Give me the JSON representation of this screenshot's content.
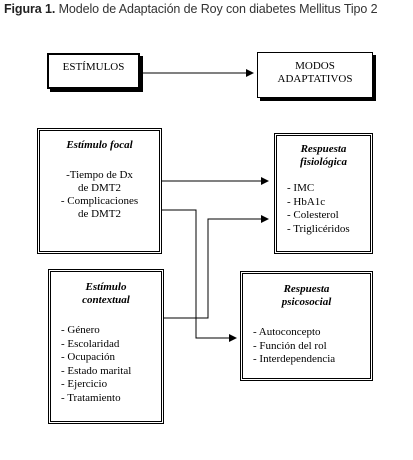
{
  "caption": {
    "label": "Figura 1.",
    "text": "Modelo de Adaptación de Roy con diabetes Mellitus Tipo 2"
  },
  "boxes": {
    "estimulos": {
      "label": "ESTÍMULOS"
    },
    "modos": {
      "line1": "MODOS",
      "line2": "ADAPTATIVOS"
    },
    "focal": {
      "title": "Estímulo focal",
      "items": [
        "-Tiempo de Dx",
        "de DMT2",
        "- Complicaciones",
        "de DMT2"
      ]
    },
    "fisiologica": {
      "title_line1": "Respuesta",
      "title_line2": "fisiológica",
      "items": [
        "- IMC",
        "- HbA1c",
        "- Colesterol",
        "- Triglicéridos"
      ]
    },
    "contextual": {
      "title_line1": "Estímulo",
      "title_line2": "contextual",
      "items": [
        "- Género",
        "- Escolaridad",
        "- Ocupación",
        "- Estado marital",
        "- Ejercicio",
        "- Tratamiento"
      ]
    },
    "psicosocial": {
      "title_line1": "Respuesta",
      "title_line2": "psicosocial",
      "items": [
        "- Autoconcepto",
        "- Función del rol",
        "- Interdependencia"
      ]
    }
  }
}
